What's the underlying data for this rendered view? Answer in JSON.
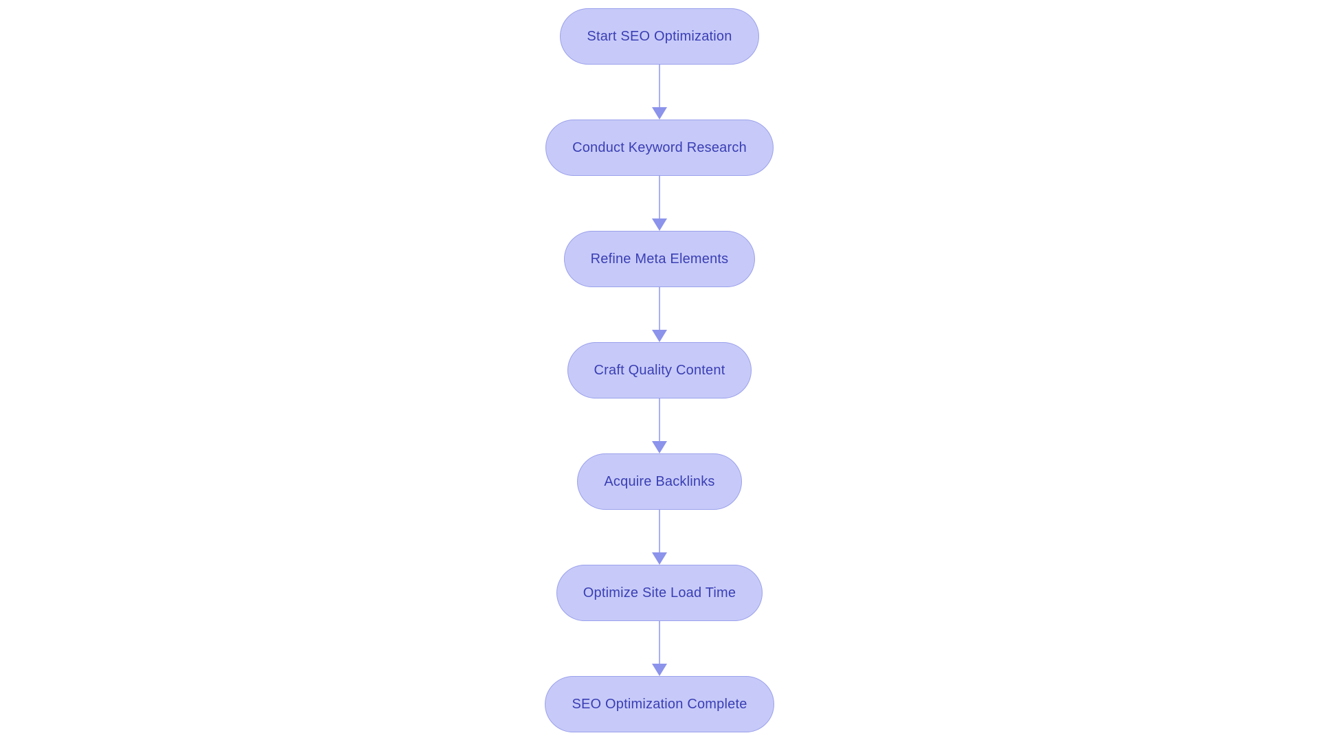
{
  "diagram": {
    "type": "flowchart",
    "direction": "top-down",
    "nodes": [
      {
        "id": "start",
        "label": "Start SEO Optimization"
      },
      {
        "id": "keyword-research",
        "label": "Conduct Keyword Research"
      },
      {
        "id": "meta-elements",
        "label": "Refine Meta Elements"
      },
      {
        "id": "quality-content",
        "label": "Craft Quality Content"
      },
      {
        "id": "backlinks",
        "label": "Acquire Backlinks"
      },
      {
        "id": "site-load-time",
        "label": "Optimize Site Load Time"
      },
      {
        "id": "complete",
        "label": "SEO Optimization Complete"
      }
    ],
    "edges": [
      {
        "from": "start",
        "to": "keyword-research"
      },
      {
        "from": "keyword-research",
        "to": "meta-elements"
      },
      {
        "from": "meta-elements",
        "to": "quality-content"
      },
      {
        "from": "quality-content",
        "to": "backlinks"
      },
      {
        "from": "backlinks",
        "to": "site-load-time"
      },
      {
        "from": "site-load-time",
        "to": "complete"
      }
    ],
    "colors": {
      "background": "#ffffff",
      "node_fill": "#c7caf8",
      "node_border": "#9aa0ec",
      "node_text": "#3a3eb4",
      "arrow_line": "#aab0f2",
      "arrow_head": "#8c93eb"
    }
  }
}
